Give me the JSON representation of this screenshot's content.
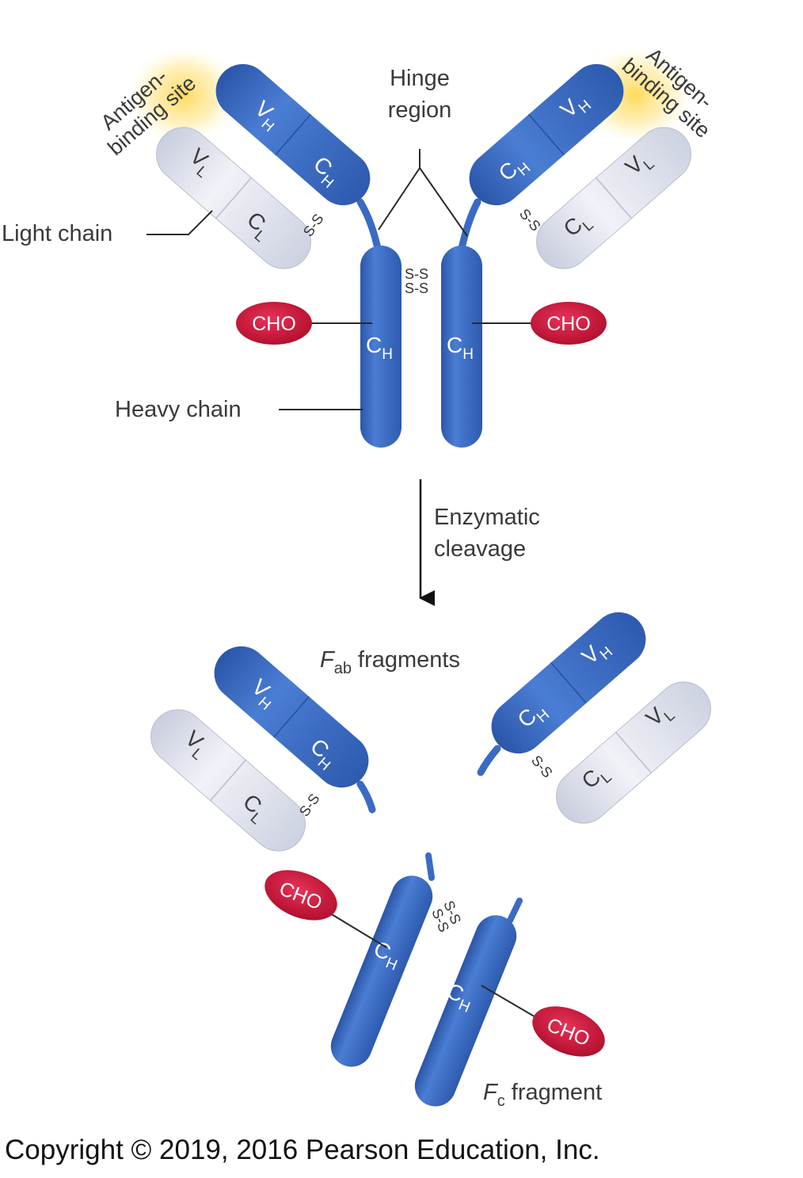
{
  "labels": {
    "antigen_left_1": "Antigen-",
    "antigen_left_2": "binding site",
    "antigen_right_1": "Antigen-",
    "antigen_right_2": "binding site",
    "hinge_1": "Hinge",
    "hinge_2": "region",
    "light_chain": "Light chain",
    "heavy_chain": "Heavy chain",
    "enzymatic_1": "Enzymatic",
    "enzymatic_2": "cleavage",
    "fab_main": "F",
    "fab_sub": "ab",
    "fab_rest": " fragments",
    "fc_main": "F",
    "fc_sub": "c",
    "fc_rest": " fragment"
  },
  "domains": {
    "v": "V",
    "c": "C",
    "h": "H",
    "l": "L"
  },
  "disulfide": "S-S",
  "cho": "CHO",
  "copyright": "Copyright © 2019, 2016 Pearson Education, Inc.",
  "colors": {
    "heavy_chain": "#3a6bc4",
    "light_chain": "#e6e8f1",
    "cho": "#d0193c",
    "glow": "#ffd54a"
  }
}
